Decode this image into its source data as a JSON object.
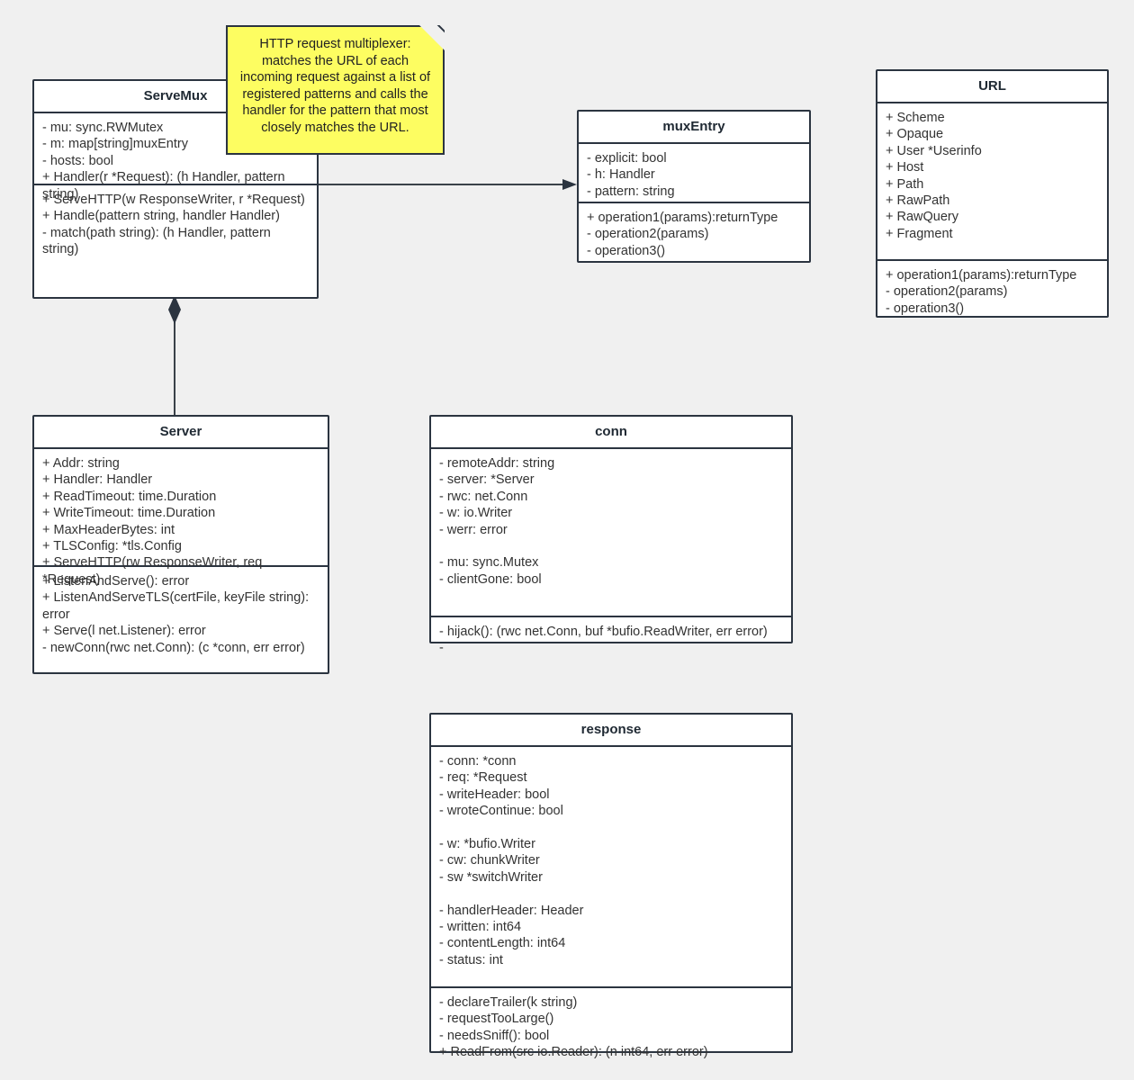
{
  "diagram": {
    "kind": "uml-class-diagram",
    "background_color": "#f0f0f0",
    "border_color": "#2b3440",
    "box_fill": "#ffffff",
    "note_fill": "#fdfd61"
  },
  "note": {
    "text": "HTTP request multiplexer: matches the URL of each incoming request against a list of registered patterns and calls the handler for the pattern that most closely matches the URL."
  },
  "classes": {
    "servemux": {
      "title": "ServeMux",
      "attributes": [
        "- mu: sync.RWMutex",
        "- m: map[string]muxEntry",
        "- hosts: bool",
        "+ Handler(r *Request): (h Handler, pattern string)"
      ],
      "methods": [
        "+ ServeHTTP(w ResponseWriter, r *Request)",
        "+ Handle(pattern string, handler Handler)",
        "- match(path string): (h Handler, pattern string)"
      ]
    },
    "muxentry": {
      "title": "muxEntry",
      "attributes": [
        "- explicit: bool",
        "- h: Handler",
        "- pattern: string"
      ],
      "methods": [
        "+ operation1(params):returnType",
        "- operation2(params)",
        "- operation3()"
      ]
    },
    "url": {
      "title": "URL",
      "attributes": [
        "+ Scheme",
        "+ Opaque",
        "+ User *Userinfo",
        "+ Host",
        "+ Path",
        "+ RawPath",
        "+ RawQuery",
        "+ Fragment"
      ],
      "methods": [
        "+ operation1(params):returnType",
        "- operation2(params)",
        "- operation3()"
      ]
    },
    "server": {
      "title": "Server",
      "attributes": [
        "+ Addr: string",
        "+ Handler: Handler",
        "+ ReadTimeout: time.Duration",
        "+ WriteTimeout: time.Duration",
        "+ MaxHeaderBytes: int",
        "+ TLSConfig: *tls.Config",
        "+ ServeHTTP(rw ResponseWriter, req *Request)"
      ],
      "methods": [
        "+ ListenAndServe(): error",
        "+ ListenAndServeTLS(certFile, keyFile string): error",
        "+ Serve(l net.Listener): error",
        "- newConn(rwc net.Conn): (c *conn, err error)"
      ]
    },
    "conn": {
      "title": "conn",
      "attributes": [
        "- remoteAddr: string",
        "- server: *Server",
        "- rwc: net.Conn",
        "- w: io.Writer",
        "- werr: error",
        "",
        "- mu: sync.Mutex",
        "- clientGone: bool"
      ],
      "methods": [
        "- hijack(): (rwc net.Conn, buf *bufio.ReadWriter, err error)",
        "-"
      ]
    },
    "response": {
      "title": "response",
      "attributes": [
        "- conn: *conn",
        "- req: *Request",
        "- writeHeader: bool",
        "- wroteContinue: bool",
        "",
        "- w: *bufio.Writer",
        "- cw: chunkWriter",
        "- sw *switchWriter",
        "",
        "- handlerHeader: Header",
        "- written: int64",
        "- contentLength: int64",
        "- status: int"
      ],
      "methods": [
        "- declareTrailer(k string)",
        "- requestTooLarge()",
        "- needsSniff(): bool",
        "+ ReadFrom(src io.Reader): (n int64, err error)"
      ]
    }
  },
  "relations": [
    {
      "name": "servemux-to-muxentry",
      "type": "association",
      "from": "ServeMux",
      "to": "muxEntry",
      "arrowhead": "open-filled"
    },
    {
      "name": "servemux-to-server",
      "type": "composition",
      "from": "ServeMux",
      "to": "Server",
      "arrowhead": "filled-diamond"
    }
  ]
}
